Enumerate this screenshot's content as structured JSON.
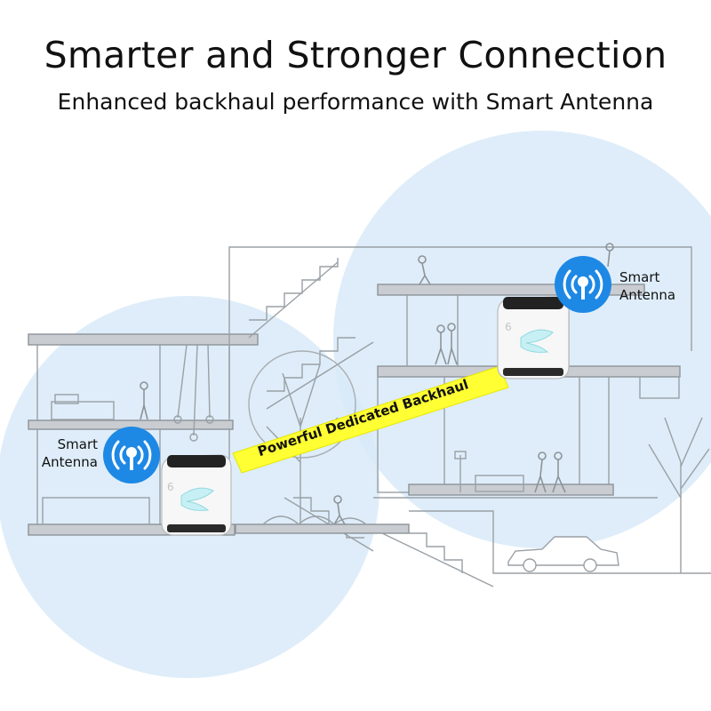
{
  "header": {
    "title": "Smarter and Stronger Connection",
    "subtitle": "Enhanced backhaul performance with Smart Antenna"
  },
  "antennas": [
    {
      "label_line1": "Smart",
      "label_line2": "Antenna",
      "icon": "wifi-antenna-icon"
    },
    {
      "label_line1": "Smart",
      "label_line2": "Antenna",
      "icon": "wifi-antenna-icon"
    }
  ],
  "backhaul": {
    "label": "Powerful Dedicated Backhaul"
  },
  "colors": {
    "coverage": "#d6eaf8",
    "antenna_badge": "#1e88e5",
    "backhaul_band": "#ffff33",
    "line_art": "#9aa0a6"
  }
}
